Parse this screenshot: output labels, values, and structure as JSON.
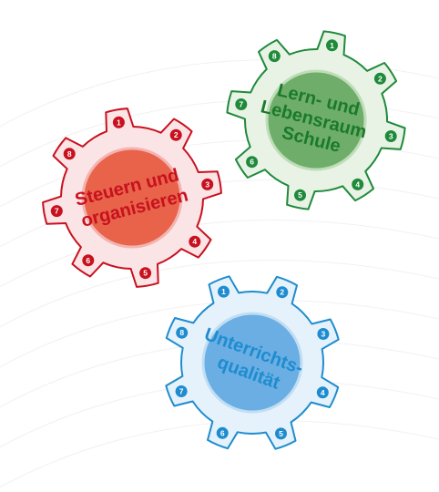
{
  "gears": [
    {
      "id": "steuern",
      "lines": [
        "Steuern und",
        "organisieren"
      ],
      "numbers": [
        "1",
        "2",
        "3",
        "4",
        "5",
        "6",
        "7",
        "8"
      ],
      "colors": {
        "fill": "#fbe4e6",
        "stroke": "#c8101e",
        "innerFill": "#e8634a",
        "innerStroke": "#f3b3b0",
        "text": "#c8101e",
        "badge": "#c8101e"
      }
    },
    {
      "id": "lernraum",
      "lines": [
        "Lern- und",
        "Lebensraum",
        "Schule"
      ],
      "numbers": [
        "1",
        "2",
        "3",
        "4",
        "5",
        "6",
        "7",
        "8"
      ],
      "colors": {
        "fill": "#e8f3e6",
        "stroke": "#1f8a3a",
        "innerFill": "#6fae6a",
        "innerStroke": "#bfddb9",
        "text": "#1a7a2c",
        "badge": "#1f8a3a"
      }
    },
    {
      "id": "unterricht",
      "lines": [
        "Unterrichts-",
        "qualität"
      ],
      "numbers": [
        "1",
        "2",
        "3",
        "4",
        "5",
        "6",
        "7",
        "8"
      ],
      "colors": {
        "fill": "#e6f2fb",
        "stroke": "#1e8ccf",
        "innerFill": "#6aaee3",
        "innerStroke": "#c0def3",
        "text": "#1e8ccf",
        "badge": "#1e8ccf"
      }
    }
  ]
}
